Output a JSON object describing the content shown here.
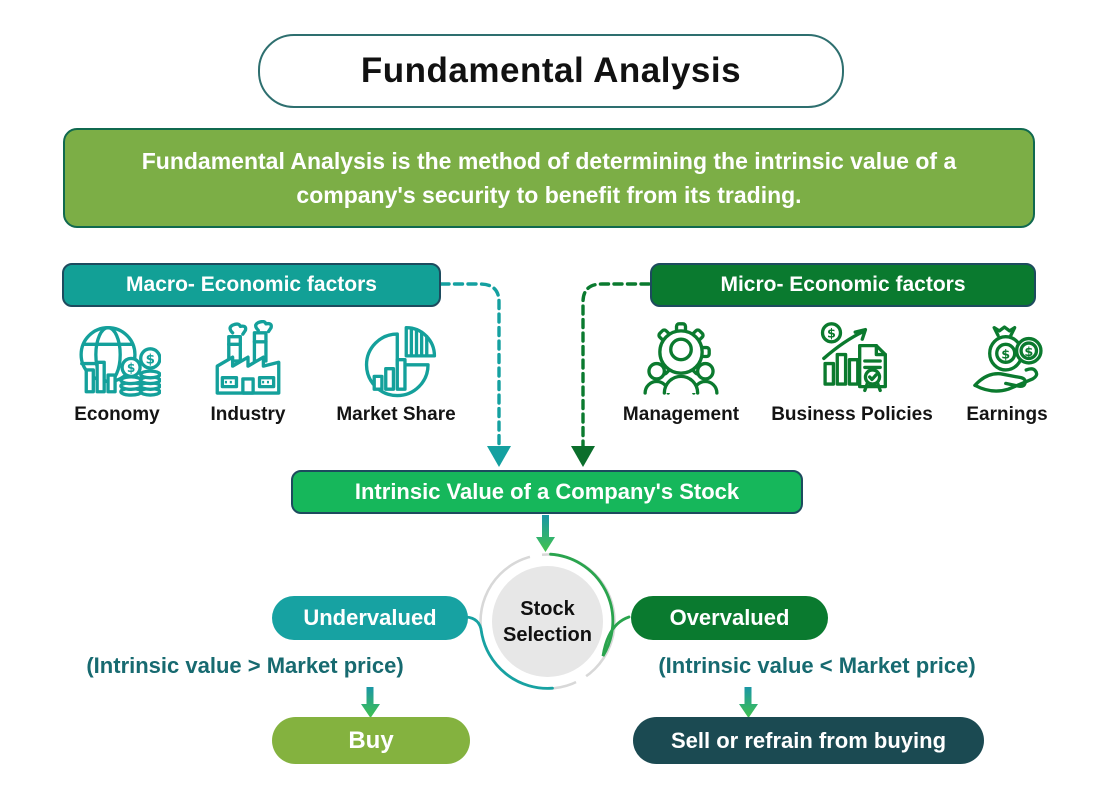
{
  "title": "Fundamental Analysis",
  "description": "Fundamental Analysis is the method of determining the intrinsic value of a company's security to benefit from its trading.",
  "macro": {
    "label": "Macro- Economic factors",
    "items": [
      {
        "label": "Economy",
        "icon": "economy-globe-icon"
      },
      {
        "label": "Industry",
        "icon": "factory-icon"
      },
      {
        "label": "Market Share",
        "icon": "pie-chart-icon"
      }
    ]
  },
  "micro": {
    "label": "Micro- Economic factors",
    "items": [
      {
        "label": "Management",
        "icon": "gear-people-icon"
      },
      {
        "label": "Business Policies",
        "icon": "policy-document-chart-icon"
      },
      {
        "label": "Earnings",
        "icon": "hand-money-icon"
      }
    ]
  },
  "intrinsic_label": "Intrinsic Value of a Company's Stock",
  "stock_selection": {
    "label": "Stock Selection"
  },
  "undervalued": {
    "label": "Undervalued",
    "condition": "(Intrinsic value > Market price)",
    "action": "Buy"
  },
  "overvalued": {
    "label": "Overvalued",
    "condition": "(Intrinsic value < Market price)",
    "action": "Sell or refrain from buying"
  },
  "colors": {
    "teal": "#12A096",
    "teal_pill": "#17A2A2",
    "dark_green": "#0A7A2F",
    "bright_green": "#16B75B",
    "olive_green": "#7CAE46",
    "buy_green": "#84B23F",
    "sell_dark_teal": "#1B4A52",
    "condition_text": "#176A70",
    "box_border": "#1D4B5E",
    "title_border": "#2E6F6F",
    "circle_gray": "#E7E7E7"
  }
}
